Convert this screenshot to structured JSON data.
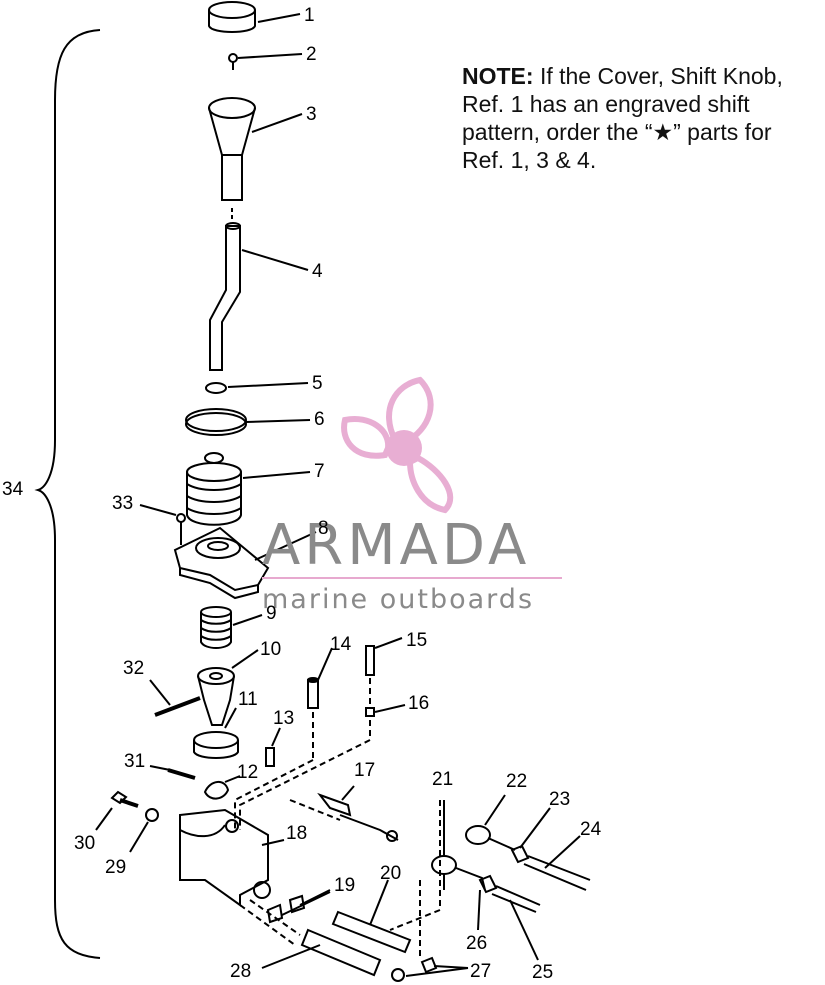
{
  "note": {
    "label": "NOTE:",
    "text": "If the Cover, Shift Knob, Ref. 1 has an engraved shift pattern, order the “★” parts for Ref. 1, 3 & 4."
  },
  "logo": {
    "name": "ARMADA",
    "tagline": "marine outboards",
    "colors": {
      "prop": "#e6a6cf",
      "text": "#8a8a8a"
    }
  },
  "callouts": [
    "1",
    "2",
    "3",
    "4",
    "5",
    "6",
    "7",
    "8",
    "9",
    "10",
    "11",
    "12",
    "13",
    "14",
    "15",
    "16",
    "17",
    "18",
    "19",
    "20",
    "21",
    "22",
    "23",
    "24",
    "25",
    "26",
    "27",
    "28",
    "29",
    "30",
    "31",
    "32",
    "33",
    "34"
  ]
}
